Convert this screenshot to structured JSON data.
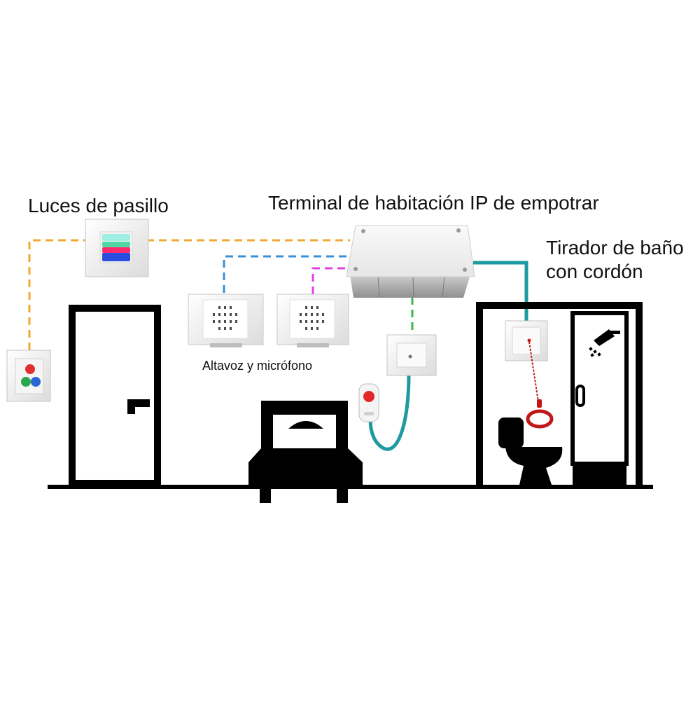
{
  "labels": {
    "hallway_lights": "Luces de pasillo",
    "room_terminal": "Terminal de habitación IP de empotrar",
    "bath_pull_line1": "Tirador de baño",
    "bath_pull_line2": "con cordón",
    "speaker_mic": "Altavoz y micrófono"
  },
  "colors": {
    "hallway_wire": "#f0a830",
    "speaker_wire": "#3b8fd8",
    "mic_wire": "#e040e0",
    "bedside_wire": "#3ab54a",
    "cable": "#1f9aa0",
    "silhouette": "#000000"
  },
  "icons": [
    "door-icon",
    "bed-icon",
    "toilet-icon",
    "shower-icon",
    "shower-door-icon",
    "pull-cord-icon"
  ]
}
